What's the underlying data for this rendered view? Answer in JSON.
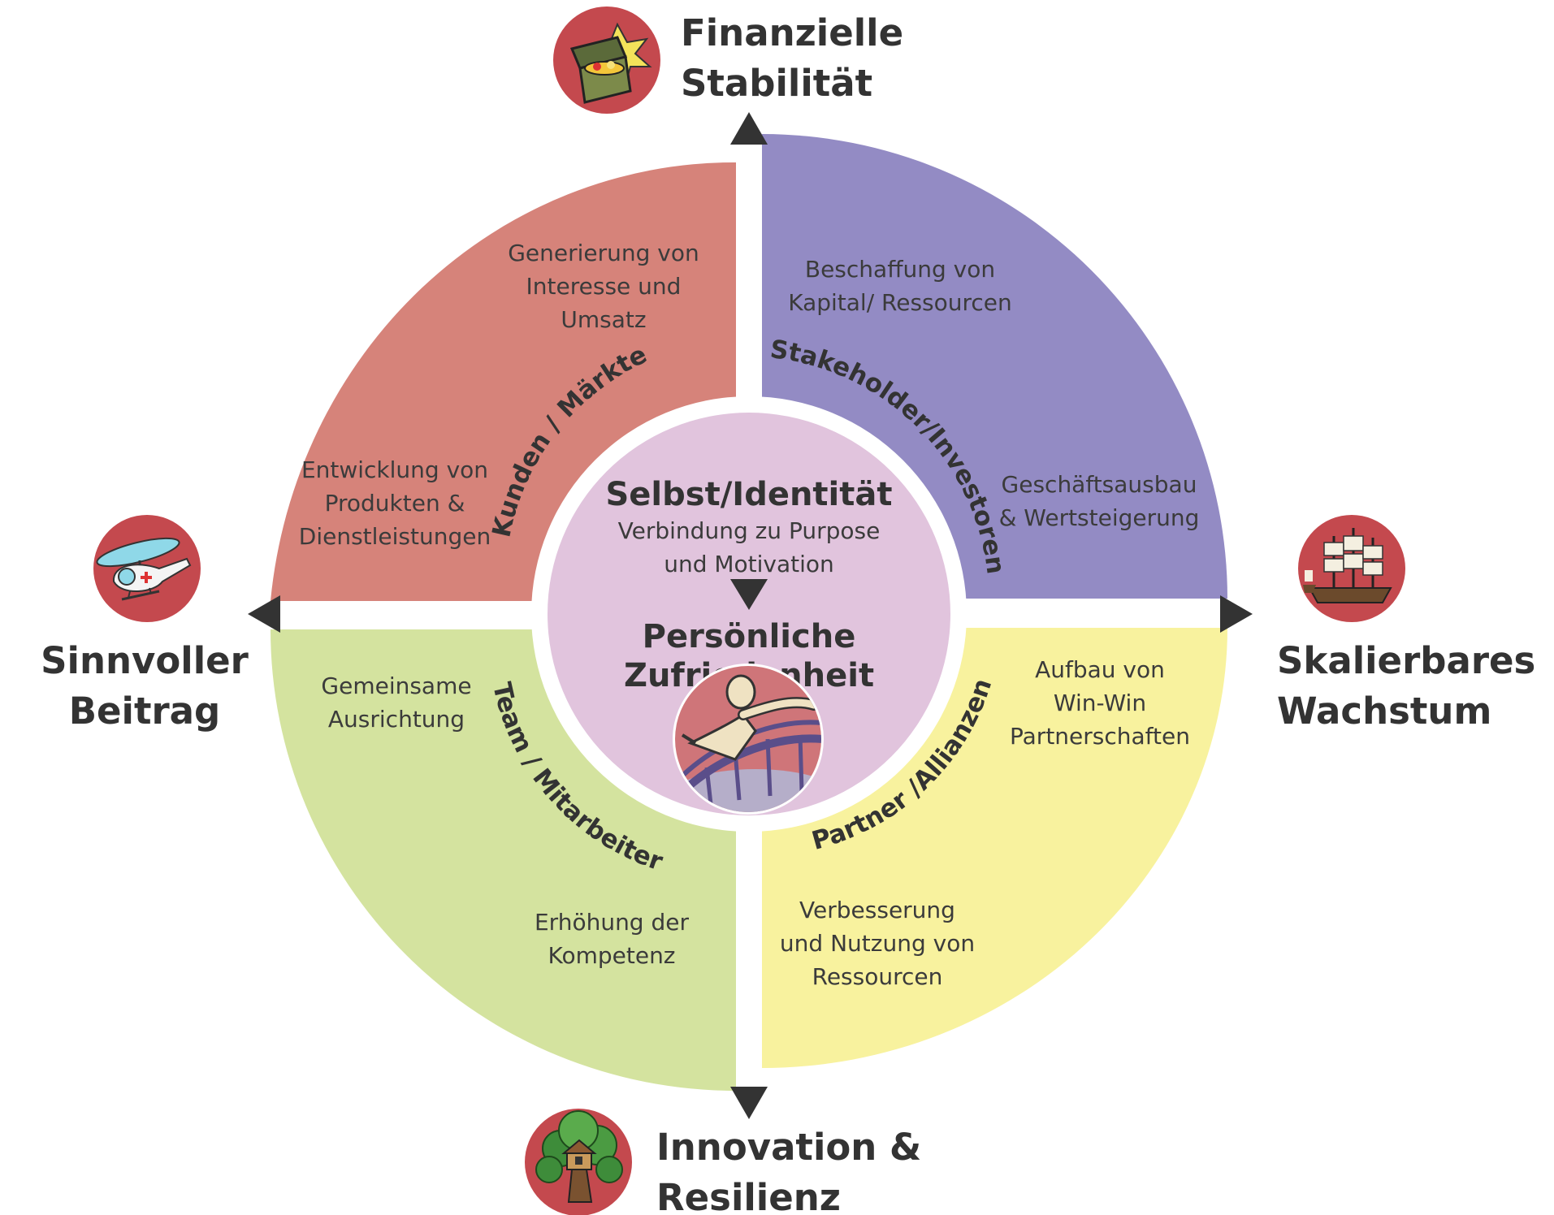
{
  "colors": {
    "quadrant_top_left": "#d6837a",
    "quadrant_top_right": "#938bc4",
    "quadrant_bottom_left": "#d4e39f",
    "quadrant_bottom_right": "#f8f29e",
    "center": "#e1c4dd",
    "icon_badge": "#c4494e",
    "arrow": "#333333"
  },
  "center": {
    "title": "Selbst/Identität",
    "subtitle_line1": "Verbindung zu Purpose",
    "subtitle_line2": "und Motivation",
    "result_line1": "Persönliche",
    "result_line2": "Zufriedenheit",
    "icon": "happy-person-icon"
  },
  "quadrants": {
    "top_left": {
      "label": "Kunden / Märkte",
      "text1": [
        "Generierung von",
        "Interesse und",
        "Umsatz"
      ],
      "text2": [
        "Entwicklung von",
        "Produkten &",
        "Dienstleistungen"
      ]
    },
    "top_right": {
      "label": "Stakeholder/Investoren",
      "text1": [
        "Beschaffung von",
        "Kapital/ Ressourcen"
      ],
      "text2": [
        "Geschäftsausbau",
        "& Wertsteigerung"
      ]
    },
    "bottom_left": {
      "label": "Team / Mitarbeiter",
      "text1": [
        "Gemeinsame",
        "Ausrichtung"
      ],
      "text2": [
        "Erhöhung der",
        "Kompetenz"
      ]
    },
    "bottom_right": {
      "label": "Partner /Allianzen",
      "text1": [
        "Aufbau von",
        "Win-Win",
        "Partnerschaften"
      ],
      "text2": [
        "Verbesserung",
        "und Nutzung von",
        "Ressourcen"
      ]
    }
  },
  "directions": {
    "top": {
      "line1": "Finanzielle",
      "line2": "Stabilität",
      "icon": "treasure-chest-icon"
    },
    "right": {
      "line1": "Skalierbares",
      "line2": "Wachstum",
      "icon": "sailing-ships-icon"
    },
    "bottom": {
      "line1": "Innovation &",
      "line2": "Resilienz",
      "icon": "treehouse-icon"
    },
    "left": {
      "line1": "Sinnvoller",
      "line2": "Beitrag",
      "icon": "helicopter-icon"
    }
  }
}
